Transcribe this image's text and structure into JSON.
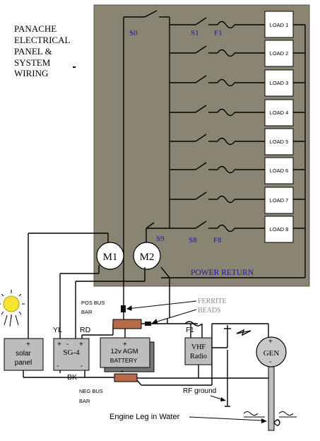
{
  "title_lines": [
    "PANACHE",
    "ELECTRICAL",
    "PANEL &",
    "SYSTEM",
    "WIRING"
  ],
  "switch_labels": {
    "main": "S0",
    "first": "S1",
    "s9": "S9",
    "s8": "S8"
  },
  "fuse_labels": {
    "first": "F1",
    "last": "F8",
    "radio": "F1"
  },
  "loads": [
    "LOAD 1",
    "LOAD 2",
    "LOAD 3",
    "LOAD 4",
    "LOAD 5",
    "LOAD 6",
    "LOAD 7",
    "LOAD 8"
  ],
  "meters": [
    "M1",
    "M2"
  ],
  "power_return": "POWER RETURN",
  "ferrite_label": [
    "FERRITE",
    "BEADS"
  ],
  "pos_bus_label": [
    "POS BUS",
    "BAR"
  ],
  "neg_bus_label": [
    "NEG BUS",
    "BAR"
  ],
  "solar_panel": [
    "solar",
    "panel"
  ],
  "controller": {
    "name": "SG-4",
    "plus": "+",
    "minus": "-"
  },
  "battery": {
    "line1": "12v  AGM",
    "line2": "BATTERY",
    "plus": "+",
    "minus": "-"
  },
  "wire_colors": {
    "yellow": "YL",
    "red": "RD",
    "black": "BK"
  },
  "radio": [
    "VHF",
    "Radio"
  ],
  "generator": {
    "name": "GEN",
    "plus": "+",
    "minus": "-"
  },
  "rf_ground": "RF ground",
  "engine_leg": "Engine Leg in Water",
  "colors": {
    "panel": "#8a8573",
    "box": "#bdbdbd",
    "bus_bar": "#b66a4a",
    "gen": "#c9c9c9",
    "sun": "#f5e431",
    "label_blue": "#1a1aa8",
    "ferrite_text": "#8a8a8a"
  }
}
